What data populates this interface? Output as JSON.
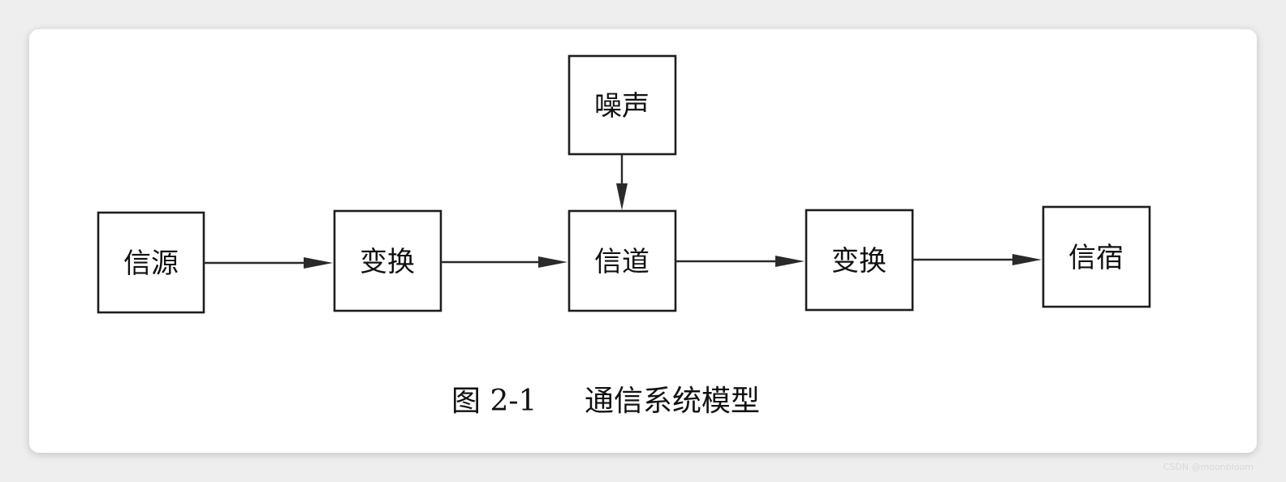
{
  "nodes": [
    {
      "id": "source",
      "label": "信源"
    },
    {
      "id": "transform1",
      "label": "变换"
    },
    {
      "id": "channel",
      "label": "信道"
    },
    {
      "id": "transform2",
      "label": "变换"
    },
    {
      "id": "sink",
      "label": "信宿"
    },
    {
      "id": "noise",
      "label": "噪声"
    }
  ],
  "edges": [
    {
      "from": "source",
      "to": "transform1"
    },
    {
      "from": "transform1",
      "to": "channel"
    },
    {
      "from": "channel",
      "to": "transform2"
    },
    {
      "from": "transform2",
      "to": "sink"
    },
    {
      "from": "noise",
      "to": "channel"
    }
  ],
  "caption": {
    "number": "图 2-1",
    "title": "通信系统模型"
  },
  "watermark": "CSDN @moonbloom"
}
